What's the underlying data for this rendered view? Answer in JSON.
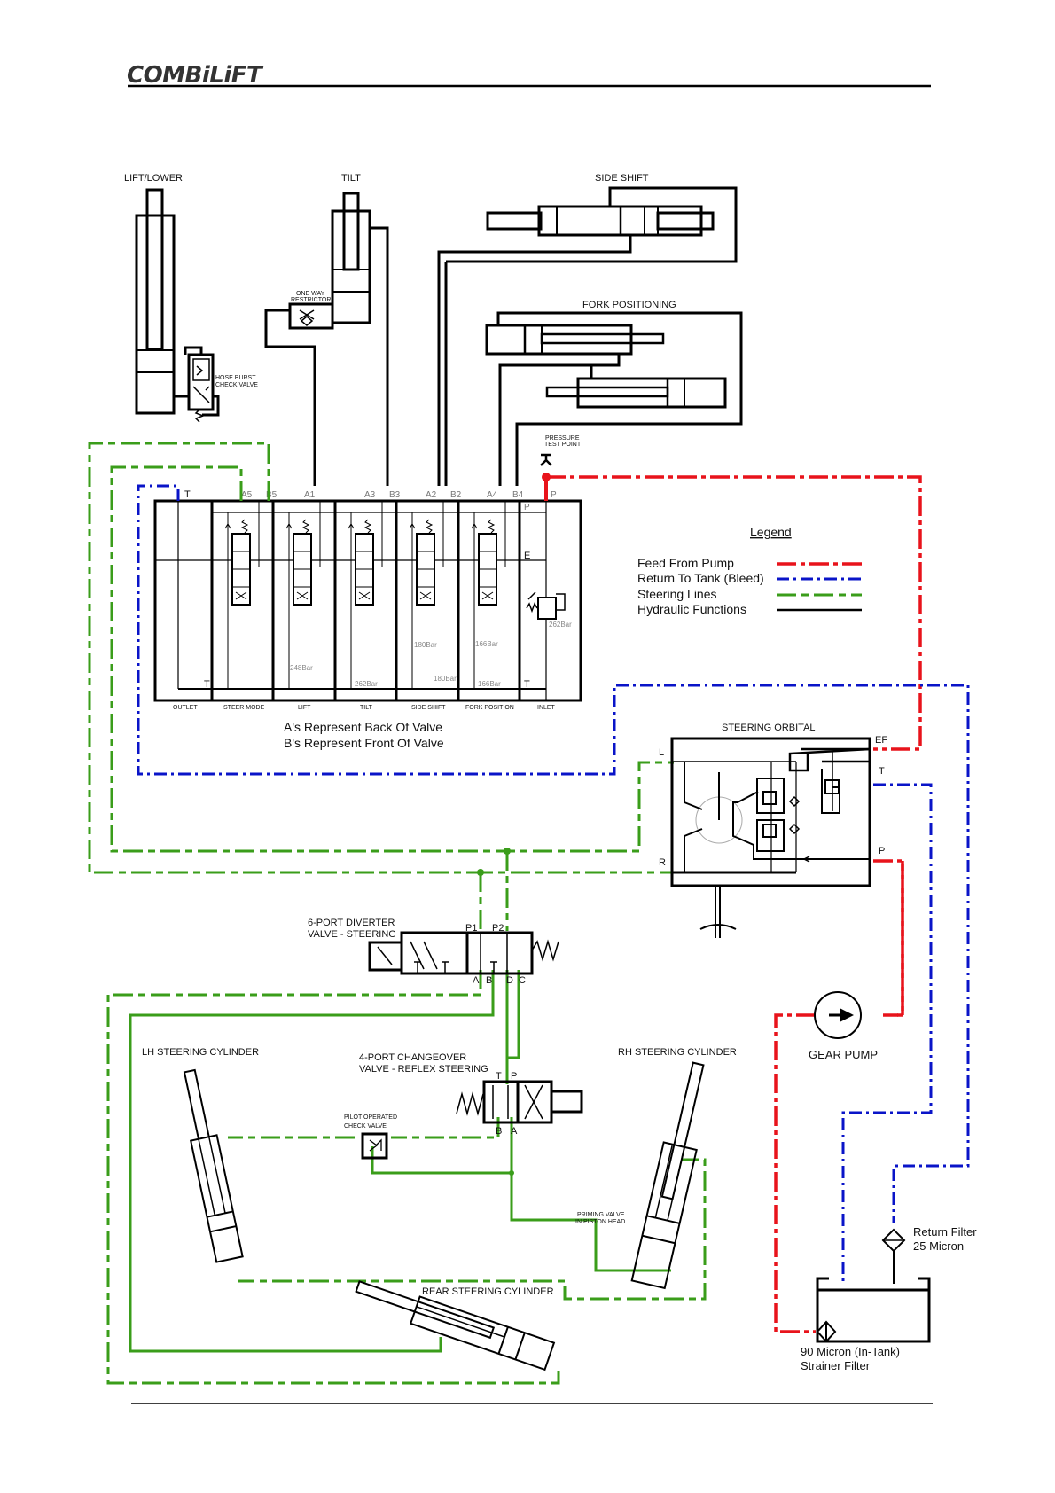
{
  "header": {
    "brand": "COMBiLiFT"
  },
  "actuators": {
    "lift_lower": "LIFT/LOWER",
    "tilt": "TILT",
    "side_shift": "SIDE SHIFT",
    "fork_positioning": "FORK POSITIONING",
    "one_way_restrictor": [
      "ONE WAY",
      "RESTRICTOR"
    ],
    "hose_burst_check_valve": [
      "HOSE BURST",
      "CHECK VALVE"
    ],
    "pressure_test_point": [
      "PRESSURE",
      "TEST POINT"
    ]
  },
  "valve_block": {
    "ports": [
      "T",
      "A5",
      "B5",
      "A1",
      "A3",
      "B3",
      "A2",
      "B2",
      "A4",
      "B4",
      "P"
    ],
    "inner_labels": {
      "p": "P",
      "e": "E",
      "t_left": "T",
      "t_right": "T"
    },
    "sections": [
      "OUTLET",
      "STEER MODE",
      "LIFT",
      "TILT",
      "SIDE SHIFT",
      "FORK POSITION",
      "INLET"
    ],
    "relief_settings": {
      "lift": "248Bar",
      "tilt": "262Bar",
      "side_shift_upper": "180Bar",
      "side_shift_lower": "180Bar",
      "fork_position_upper": "166Bar",
      "fork_position_lower": "166Bar",
      "inlet": "262Bar"
    },
    "note_line1": "A's Represent Back Of Valve",
    "note_line2": "B's Represent Front Of Valve"
  },
  "legend": {
    "title": "Legend",
    "items": [
      {
        "label": "Feed From Pump",
        "color": "#e8131b",
        "style": "dash-dot"
      },
      {
        "label": "Return To Tank (Bleed)",
        "color": "#0a14c8",
        "style": "dash-dot"
      },
      {
        "label": "Steering Lines",
        "color": "#3a9d1a",
        "style": "dash"
      },
      {
        "label": "Hydraulic Functions",
        "color": "#000000",
        "style": "solid"
      }
    ]
  },
  "steering_orbital": {
    "title": "STEERING ORBITAL",
    "ports": {
      "l": "L",
      "r": "R",
      "ef": "EF",
      "t": "T",
      "p": "P"
    }
  },
  "diverter_valve": {
    "title": [
      "6-PORT DIVERTER",
      "VALVE - STEERING"
    ],
    "ports": [
      "P1",
      "P2",
      "A",
      "B",
      "D",
      "C"
    ]
  },
  "changeover_valve": {
    "title": [
      "4-PORT CHANGEOVER",
      "VALVE - REFLEX STEERING"
    ],
    "ports": [
      "T",
      "P",
      "B",
      "A"
    ]
  },
  "pilot_check_valve": [
    "PILOT OPERATED",
    "CHECK VALVE"
  ],
  "cylinders": {
    "lh": "LH STEERING CYLINDER",
    "rh": "RH STEERING CYLINDER",
    "rear": "REAR STEERING CYLINDER",
    "priming_valve": [
      "PRIMING VALVE",
      "IN PISTON HEAD"
    ]
  },
  "pump": {
    "label": "GEAR PUMP"
  },
  "filters": {
    "return": [
      "Return Filter",
      "25 Micron"
    ],
    "strainer": [
      "90 Micron (In-Tank)",
      "Strainer Filter"
    ]
  },
  "colors": {
    "feed": "#e8131b",
    "return": "#0a14c8",
    "steering": "#3a9d1a",
    "hydraulic": "#000000"
  }
}
